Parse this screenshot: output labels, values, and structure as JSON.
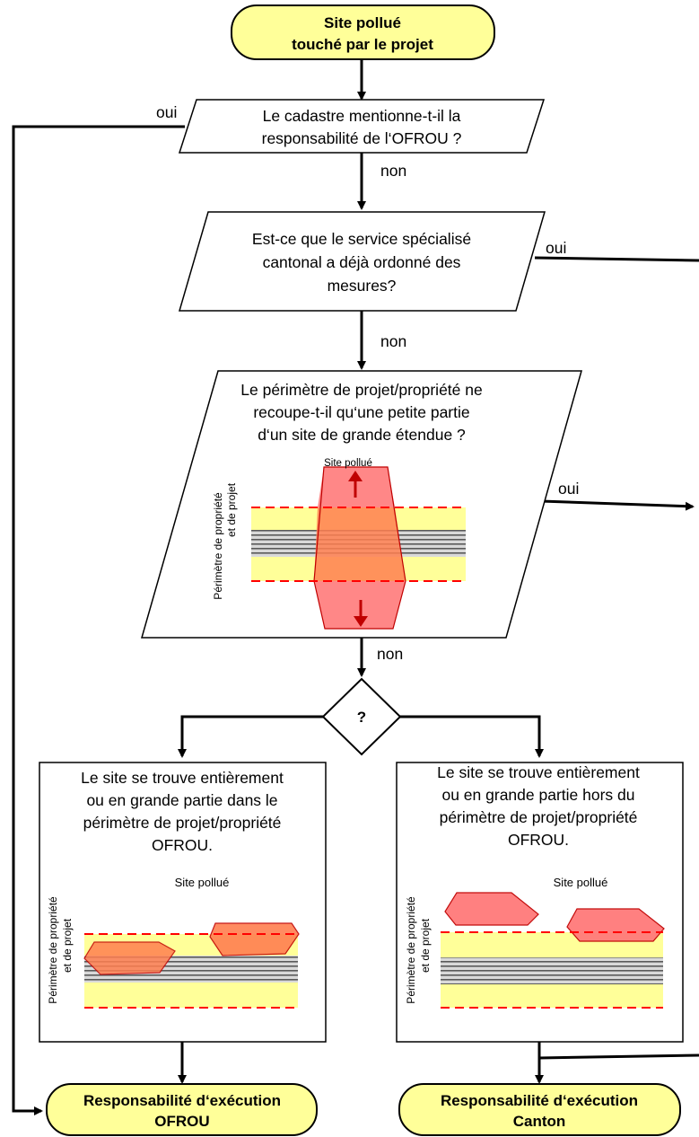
{
  "start": {
    "line1": "Site pollué",
    "line2": "touché par le projet"
  },
  "q1": {
    "line1": "Le cadastre mentionne-t-il la",
    "line2": "responsabilité de l‘OFROU ?"
  },
  "q2": {
    "line1": "Est-ce que le service spécialisé",
    "line2": "cantonal a déjà ordonné des",
    "line3": "mesures?"
  },
  "q3": {
    "line1": "Le périmètre de projet/propriété ne",
    "line2": "recoupe-t-il qu‘une petite partie",
    "line3": "d‘un site de grande étendue ?"
  },
  "diagram_labels": {
    "site": "Site pollué",
    "perimeter_line1": "Périmètre de propriété",
    "perimeter_line2": "et de projet"
  },
  "decision": {
    "label": "?"
  },
  "edges": {
    "oui": "oui",
    "non": "non"
  },
  "left_box": {
    "line1": "Le site se trouve entièrement",
    "line2": "ou en grande partie dans le",
    "line3": "périmètre de projet/propriété",
    "line4": "OFROU."
  },
  "right_box": {
    "line1": "Le site se trouve entièrement",
    "line2": "ou en grande partie hors du",
    "line3": "périmètre de projet/propriété",
    "line4": "OFROU."
  },
  "end_left": {
    "line1": "Responsabilité d‘exécution",
    "line2": "OFROU"
  },
  "end_right": {
    "line1": "Responsabilité d‘exécution",
    "line2": "Canton"
  },
  "colors": {
    "terminal_fill": "#ffff99",
    "perimeter_fill": "#ffff99",
    "site_fill": "#ff7a7a",
    "overlap_fill": "#ff7f50",
    "arrow_red": "#c00000",
    "dash_red": "#ff0000"
  }
}
